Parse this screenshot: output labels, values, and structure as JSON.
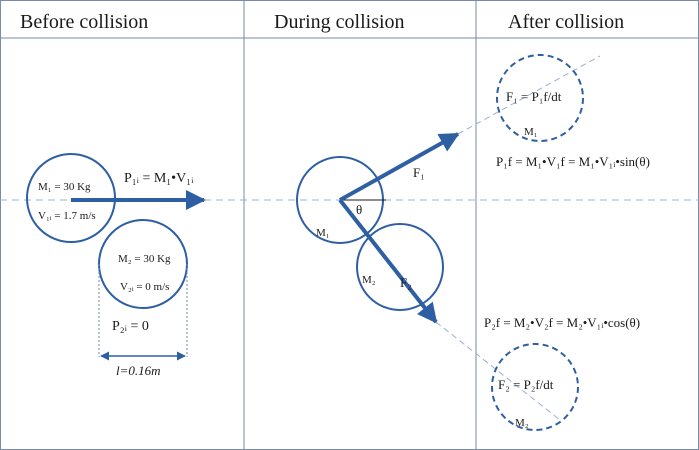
{
  "headers": {
    "before": "Before collision",
    "during": "During collision",
    "after": "After collision"
  },
  "before": {
    "m1_mass": "M₁ = 30 Kg",
    "v1_velocity": "V₁ᵢ = 1.7 m/s",
    "p1_momentum": "P₁ᵢ = M₁•V₁ᵢ",
    "m2_mass": "M₂ = 30 Kg",
    "v2_velocity": "V₂ᵢ = 0 m/s",
    "p2_momentum": "P₂ᵢ = 0",
    "length": "l=0.16m"
  },
  "during": {
    "f1": "F₁",
    "f2": "F₂",
    "m1": "M₁",
    "m2": "M₂",
    "theta": "θ"
  },
  "after": {
    "f1_eq": "F₁ = P₁f/dt",
    "m1": "M₁",
    "p1_eq": "P₁f = M₁•V₁f = M₁•V₁ᵢ•sin(θ)",
    "p2_eq": "P₂f = M₂•V₂f = M₂•V₁ᵢ•cos(θ)",
    "f2_eq": "F₂ = P₂f/dt",
    "m2": "M₂"
  },
  "colors": {
    "accent": "#2e5fa3",
    "divider": "#7a8aa8",
    "dashed": "#9bb0d3"
  }
}
